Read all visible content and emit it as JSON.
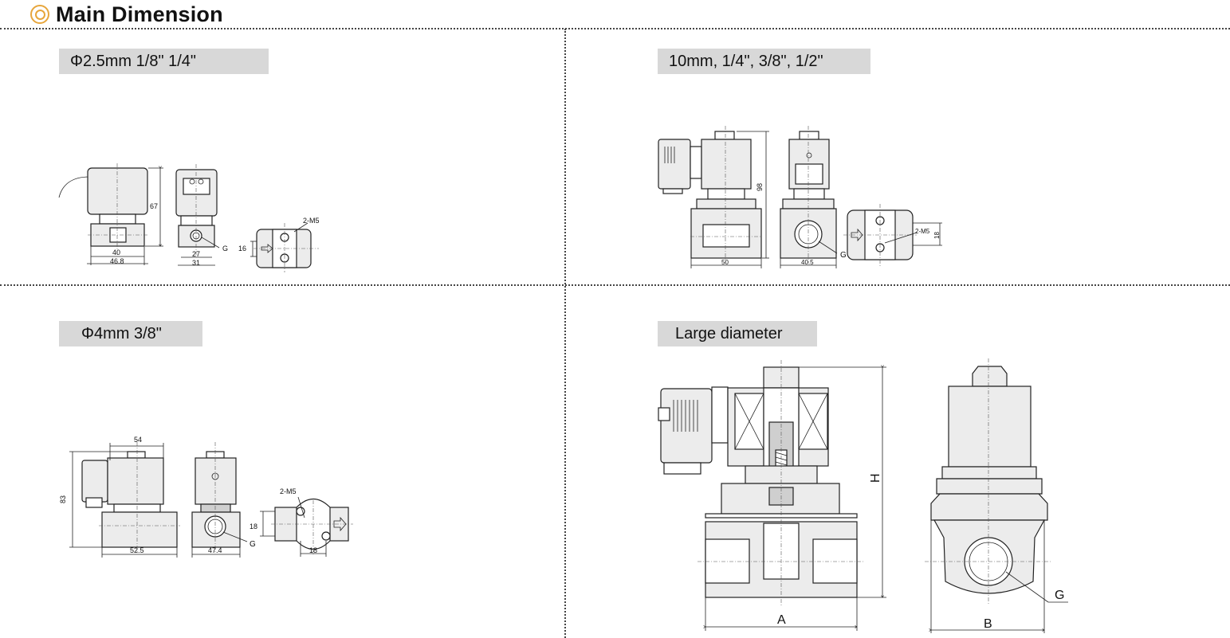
{
  "header": {
    "title": "Main Dimension",
    "icon": "double-circle-icon",
    "icon_color": "#e7a63c"
  },
  "sections": [
    {
      "label": "Φ2.5mm 1/8\" 1/4\"",
      "dims": {
        "height": "67",
        "body_width": "40",
        "overall_width": "46.8",
        "side_inner": "27",
        "side_outer": "31",
        "port": "G",
        "mount_height": "16",
        "mount_holes": "2-M5"
      }
    },
    {
      "label": "10mm, 1/4\", 3/8\", 1/2\"",
      "dims": {
        "height": "98",
        "front_width": "50",
        "side_width": "40.5",
        "port": "G",
        "mount_holes": "2-M5",
        "mount_height": "18"
      }
    },
    {
      "label": "Φ4mm 3/8\"",
      "dims": {
        "top_width": "54",
        "height": "83",
        "front_width": "52.5",
        "side_width": "47.4",
        "port": "G",
        "mount_holes": "2-M5",
        "mount_height": "18",
        "mount_width": "18"
      }
    },
    {
      "label": "Large diameter",
      "dims": {
        "height": "H",
        "width_a": "A",
        "width_b": "B",
        "port": "G"
      }
    }
  ]
}
